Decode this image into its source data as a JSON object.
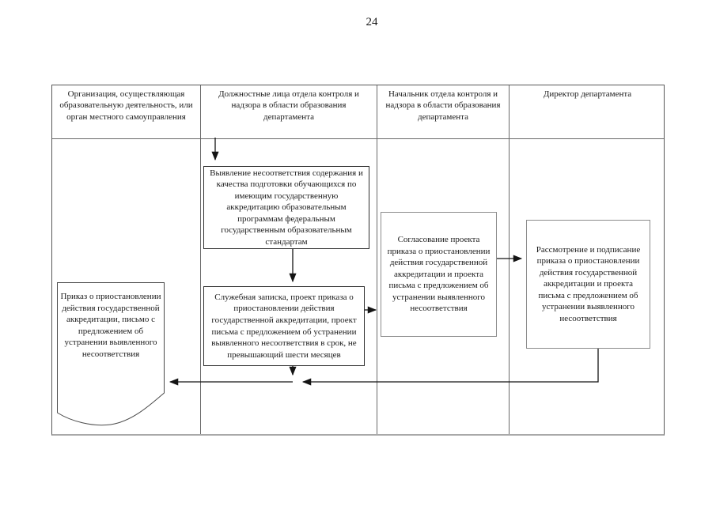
{
  "page": {
    "number": "24"
  },
  "flowchart": {
    "columns": [
      {
        "header": "Организация, осуществляющая образовательную деятельность, или орган местного самоуправления"
      },
      {
        "header": "Должностные лица отдела контроля и надзора в области образования департамента"
      },
      {
        "header": "Начальник отдела контроля и надзора в области образования департамента"
      },
      {
        "header": "Директор департамента"
      }
    ],
    "nodes": {
      "detect": {
        "text": "Выявление несоответствия содержания и качества подготовки обучающихся по имеющим государственную аккредитацию образовательным программам федеральным государственным образовательным стандартам"
      },
      "memo": {
        "text": "Служебная записка, проект приказа о приостановлении действия государственной аккредитации, проект письма с предложением об устранении выявленного несоответствия в срок, не превышающий шести месяцев"
      },
      "approve": {
        "text": "Согласование проекта приказа о приостановлении действия государственной аккредитации и проекта письма с предложением об устранении выявленного несоответствия"
      },
      "sign": {
        "text": "Рассмотрение и подписание приказа о приостановлении действия государственной аккредитации и проекта письма с предложением об устранении выявленного несоответствия"
      },
      "order_document": {
        "text": "Приказ о приостановлении действия государственной аккредитации, письмо с предложением об устранении выявленного несоответствия"
      }
    },
    "colors": {
      "background": "#ffffff",
      "grid": "#6a6a6a",
      "box_border_dark": "#2f2f2f",
      "box_border_light": "#8c8c8c",
      "arrow": "#141414",
      "text": "#1a1a1a"
    }
  }
}
